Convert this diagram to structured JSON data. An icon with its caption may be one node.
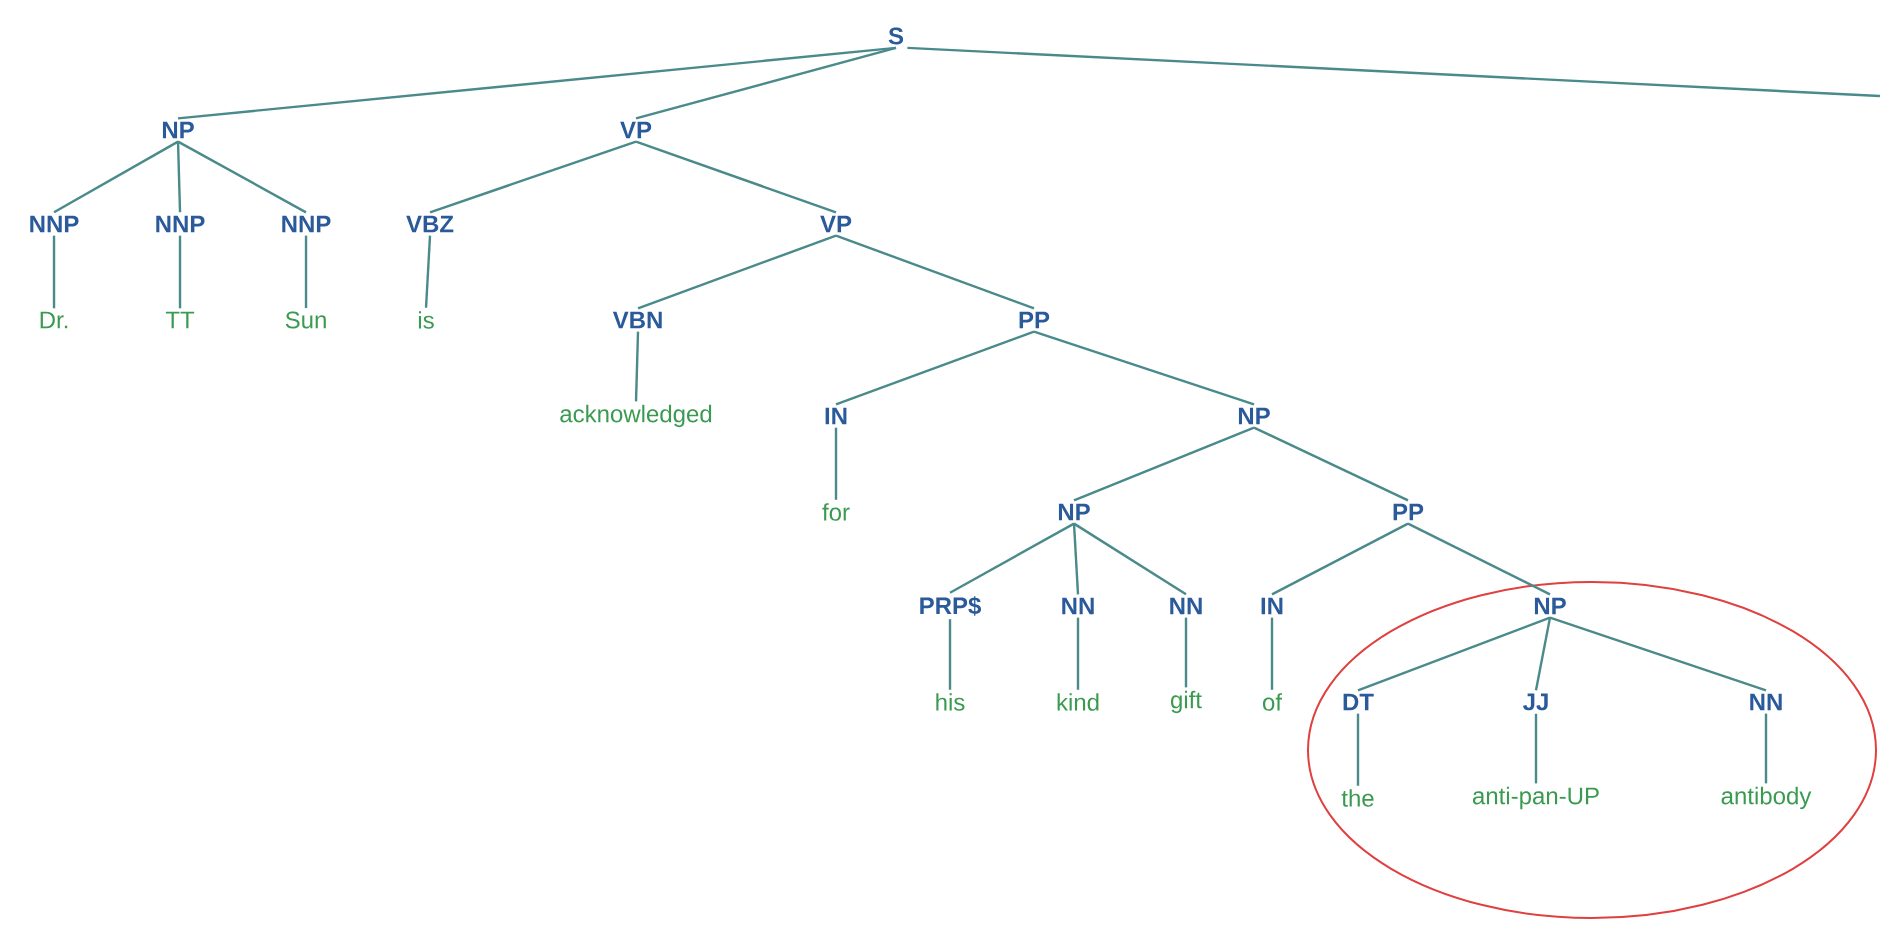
{
  "diagram": {
    "nodes": [
      {
        "text": [
          "S"
        ]
      },
      {
        "text": [
          "NP"
        ]
      },
      {
        "text": [
          "VP"
        ]
      },
      {
        "text": [
          "NNP"
        ]
      },
      {
        "text": [
          "NNP"
        ]
      },
      {
        "text": [
          "NNP"
        ]
      },
      {
        "text": [
          "VBZ"
        ]
      },
      {
        "text": [
          "VP"
        ]
      },
      {
        "text": [
          "Dr."
        ]
      },
      {
        "text": [
          "TT"
        ]
      },
      {
        "text": [
          "Sun"
        ]
      },
      {
        "text": [
          "is"
        ]
      },
      {
        "text": [
          "VBN"
        ]
      },
      {
        "text": [
          "PP"
        ]
      },
      {
        "text": [
          "acknowledged"
        ]
      },
      {
        "text": [
          "IN"
        ]
      },
      {
        "text": [
          "NP"
        ]
      },
      {
        "text": [
          "for"
        ]
      },
      {
        "text": [
          "NP"
        ]
      },
      {
        "text": [
          "PP"
        ]
      },
      {
        "text": [
          "PRP$"
        ]
      },
      {
        "text": [
          "NN"
        ]
      },
      {
        "text": [
          "NN"
        ]
      },
      {
        "text": [
          "IN"
        ]
      },
      {
        "text": [
          "NP"
        ]
      },
      {
        "text": [
          "his"
        ]
      },
      {
        "text": [
          "kind"
        ]
      },
      {
        "text": [
          "gift"
        ]
      },
      {
        "text": [
          "of"
        ]
      },
      {
        "text": [
          "DT"
        ]
      },
      {
        "text": [
          "JJ"
        ]
      },
      {
        "text": [
          "NN"
        ]
      },
      {
        "text": [
          "the"
        ]
      },
      {
        "text": [
          "anti-pan-UP"
        ]
      },
      {
        "text": [
          "antibody"
        ]
      }
    ],
    "edges": [
      {
        "from": 0,
        "to": 1,
        "arrow": "none"
      },
      {
        "from": 0,
        "to": 2,
        "arrow": "none"
      },
      {
        "from": 0,
        "to": null,
        "arrow": "none"
      },
      {
        "from": 1,
        "to": 3,
        "arrow": "none"
      },
      {
        "from": 1,
        "to": 4,
        "arrow": "none"
      },
      {
        "from": 1,
        "to": 5,
        "arrow": "none"
      },
      {
        "from": 2,
        "to": 6,
        "arrow": "none"
      },
      {
        "from": 2,
        "to": 7,
        "arrow": "none"
      },
      {
        "from": 3,
        "to": 8,
        "arrow": "none"
      },
      {
        "from": 4,
        "to": 9,
        "arrow": "none"
      },
      {
        "from": 5,
        "to": 10,
        "arrow": "none"
      },
      {
        "from": 6,
        "to": 11,
        "arrow": "none"
      },
      {
        "from": 7,
        "to": 12,
        "arrow": "none"
      },
      {
        "from": 7,
        "to": 13,
        "arrow": "none"
      },
      {
        "from": 12,
        "to": 14,
        "arrow": "none"
      },
      {
        "from": 13,
        "to": 15,
        "arrow": "none"
      },
      {
        "from": 13,
        "to": 16,
        "arrow": "none"
      },
      {
        "from": 15,
        "to": 17,
        "arrow": "none"
      },
      {
        "from": 16,
        "to": 18,
        "arrow": "none"
      },
      {
        "from": 16,
        "to": 19,
        "arrow": "none"
      },
      {
        "from": 18,
        "to": 20,
        "arrow": "none"
      },
      {
        "from": 18,
        "to": 21,
        "arrow": "none"
      },
      {
        "from": 18,
        "to": 22,
        "arrow": "none"
      },
      {
        "from": 19,
        "to": 23,
        "arrow": "none"
      },
      {
        "from": 19,
        "to": 24,
        "arrow": "none"
      },
      {
        "from": 20,
        "to": 25,
        "arrow": "none"
      },
      {
        "from": 21,
        "to": 26,
        "arrow": "none"
      },
      {
        "from": 22,
        "to": 27,
        "arrow": "none"
      },
      {
        "from": 23,
        "to": 28,
        "arrow": "none"
      },
      {
        "from": 24,
        "to": 29,
        "arrow": "none"
      },
      {
        "from": 24,
        "to": 30,
        "arrow": "none"
      },
      {
        "from": 24,
        "to": 31,
        "arrow": "none"
      },
      {
        "from": 29,
        "to": 32,
        "arrow": "none"
      },
      {
        "from": 30,
        "to": 33,
        "arrow": "none"
      },
      {
        "from": 31,
        "to": 34,
        "arrow": "none"
      }
    ]
  }
}
